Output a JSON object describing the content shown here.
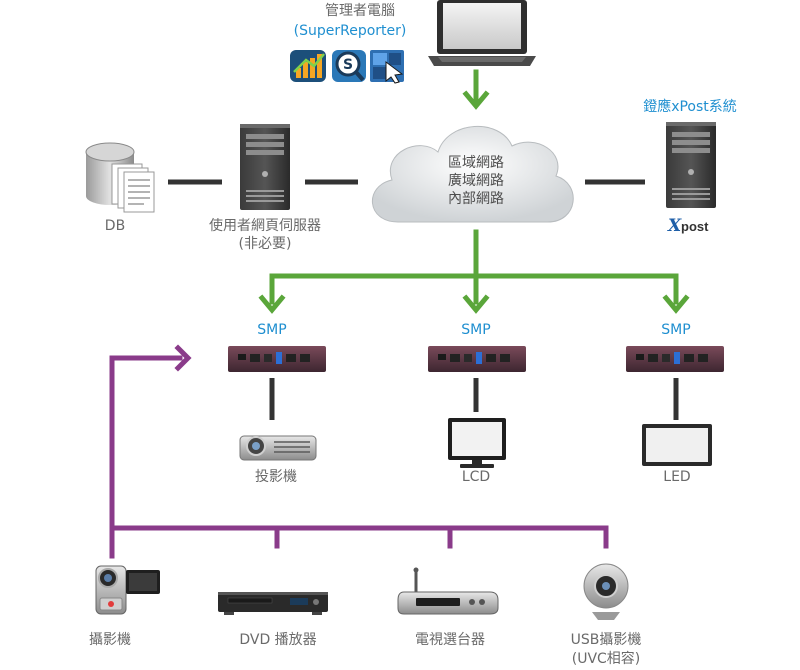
{
  "admin": {
    "title": "管理者電腦",
    "software": "(SuperReporter)",
    "app_icons": [
      "bar-chart-icon",
      "magnifier-s-icon",
      "cursor-window-icon"
    ]
  },
  "xpost": {
    "title": "鐙應xPost系統",
    "logo_text": "post",
    "logo_letter": "X"
  },
  "db": {
    "label": "DB"
  },
  "webserver": {
    "label": "使用者網頁伺服器",
    "note": "(非必要)"
  },
  "cloud": {
    "lines": [
      "區域網路",
      "廣域網路",
      "內部網路"
    ]
  },
  "players": [
    {
      "label": "SMP",
      "display": "投影機",
      "display_icon": "projector-icon"
    },
    {
      "label": "SMP",
      "display": "LCD",
      "display_icon": "lcd-monitor-icon"
    },
    {
      "label": "SMP",
      "display": "LED",
      "display_icon": "led-panel-icon"
    }
  ],
  "sources": [
    {
      "label": "攝影機",
      "icon": "camcorder-icon"
    },
    {
      "label": "DVD 播放器",
      "icon": "dvd-player-icon"
    },
    {
      "label": "電視選台器",
      "icon": "tv-tuner-icon"
    },
    {
      "label": "USB攝影機",
      "note": "(UVC相容)",
      "icon": "webcam-icon"
    }
  ],
  "colors": {
    "network_line": "#5aa63a",
    "video_line": "#8a3b8a",
    "connector": "#333333",
    "label_text": "#6a6a6a",
    "accent_text": "#1f8fd0"
  }
}
